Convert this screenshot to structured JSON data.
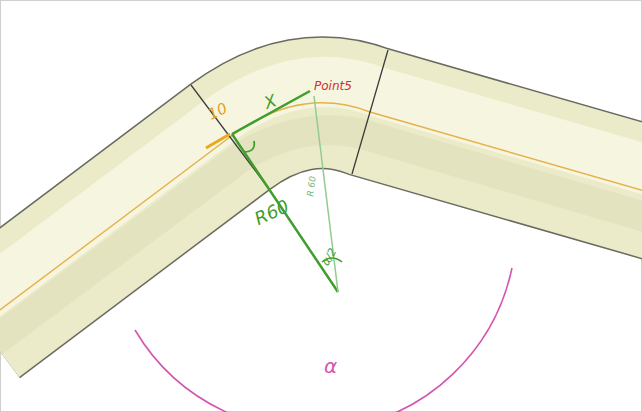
{
  "diagram": {
    "labels": [
      "10",
      "X",
      "Point5",
      "R60",
      "R 60",
      "α/2",
      "α"
    ]
  }
}
